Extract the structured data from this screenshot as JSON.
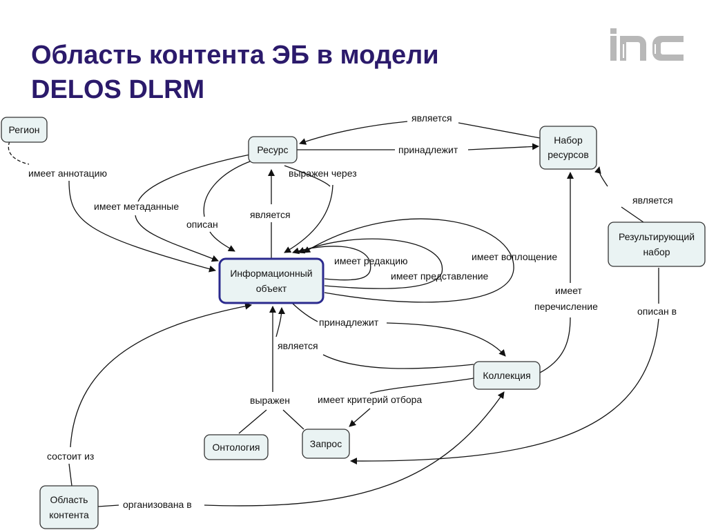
{
  "title": {
    "line1": "Область контента ЭБ в модели",
    "line2": "DELOS DLRM"
  },
  "logo": {
    "text": "inc"
  },
  "nodes": {
    "region": "Регион",
    "resource": "Ресурс",
    "resource_set_1": "Набор",
    "resource_set_2": "ресурсов",
    "info_object_1": "Информационный",
    "info_object_2": "объект",
    "result_set_1": "Результирующий",
    "result_set_2": "набор",
    "collection": "Коллекция",
    "ontology": "Онтология",
    "query": "Запрос",
    "content_area_1": "Область",
    "content_area_2": "контента"
  },
  "edge_labels": {
    "is_a_top": "является",
    "belongs_top": "принадлежит",
    "has_annotation": "имеет аннотацию",
    "expressed_via": "выражен через",
    "has_metadata": "имеет метаданные",
    "is_a_mid": "является",
    "described": "описан",
    "has_edition": "имеет редакцию",
    "has_representation": "имеет представление",
    "has_embodiment": "имеет воплощение",
    "has_enum_1": "имеет",
    "has_enum_2": "перечисление",
    "is_a_right": "является",
    "described_in": "описан в",
    "belongs_mid": "принадлежит",
    "is_a_low": "является",
    "has_selection": "имеет критерий отбора",
    "expressed": "выражен",
    "consists_of": "состоит из",
    "organized_in": "организована в"
  }
}
